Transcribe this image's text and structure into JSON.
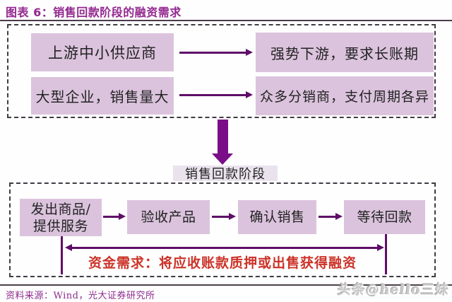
{
  "figure": {
    "title": "图表 6：销售回款阶段的融资需求",
    "source": "资料来源：Wind，光大证券研究所",
    "watermark": "头条@hello三妹"
  },
  "top_section": {
    "causes": [
      {
        "label": "上游中小供应商"
      },
      {
        "label": "大型企业，销售量大"
      }
    ],
    "effects": [
      {
        "label": "强势下游，要求长账期"
      },
      {
        "label": "众多分销商，支付周期各异"
      }
    ]
  },
  "stage": {
    "label": "销售回款阶段"
  },
  "flow": {
    "steps": [
      {
        "lines": [
          "发出商品/",
          "提供服务"
        ]
      },
      {
        "lines": [
          "验收产品"
        ]
      },
      {
        "lines": [
          "确认销售"
        ]
      },
      {
        "lines": [
          "等待回款"
        ]
      }
    ],
    "funding_note": "资金需求：将应收账款质押或出售获得融资"
  },
  "colors": {
    "title_purple": "#93278f",
    "arrow_purple": "#5f0d68",
    "big_arrow_purple": "#7a0e88",
    "node_fill": "#dbc3dd",
    "stage_fill": "#eae3ee",
    "note_red": "#cc3328",
    "dash_border": "#413b44"
  }
}
